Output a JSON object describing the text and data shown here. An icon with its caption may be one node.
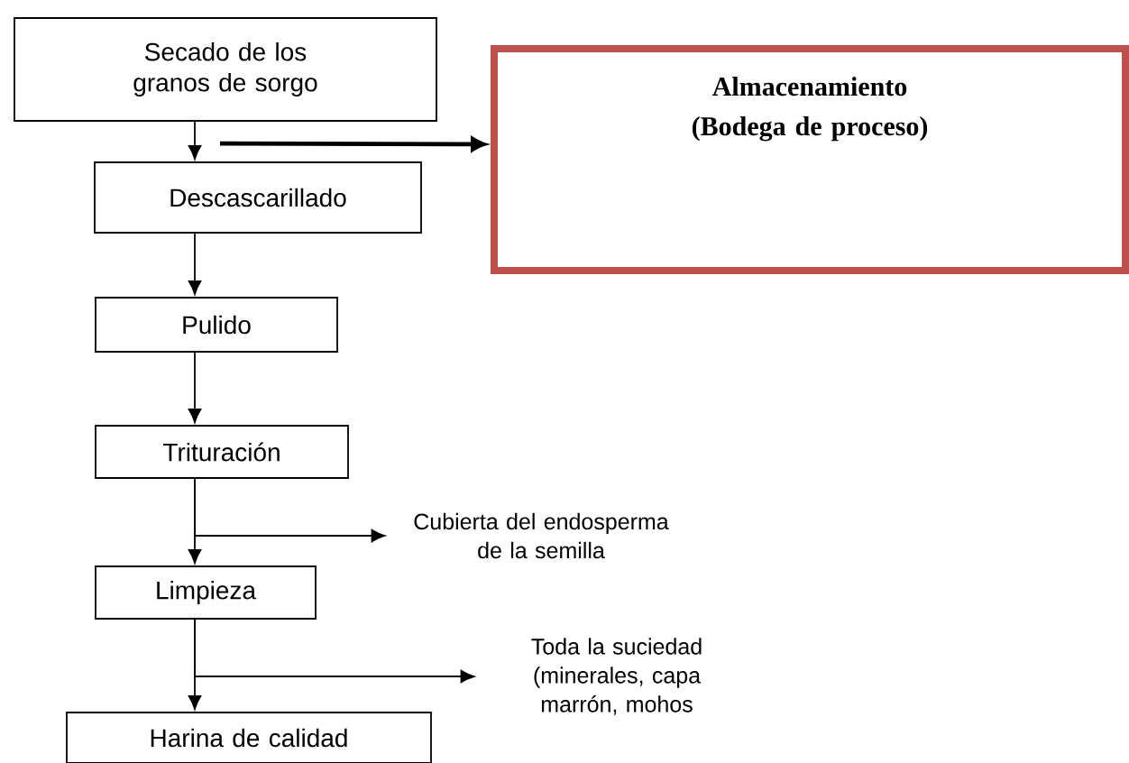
{
  "diagram": {
    "nodes": [
      {
        "text": [
          "Secado de los granos de sorgo"
        ]
      },
      {
        "text": [
          "Descascarillado"
        ]
      },
      {
        "text": [
          "Pulido"
        ]
      },
      {
        "text": [
          "Trituración"
        ]
      },
      {
        "text": [
          "Limpieza"
        ]
      },
      {
        "text": [
          "Harina de calidad"
        ]
      },
      {
        "text": [
          "Almacenamiento (Bodega de proceso)"
        ]
      },
      {
        "text": [
          "Cubierta del endosperma de la semilla"
        ]
      },
      {
        "text": [
          "Toda la suciedad (minerales, capa marrón, mohos"
        ]
      }
    ],
    "edges": [
      {
        "from": 0,
        "to": 1,
        "arrow": "to"
      },
      {
        "from": 1,
        "to": 2,
        "arrow": "to"
      },
      {
        "from": 2,
        "to": 3,
        "arrow": "to"
      },
      {
        "from": 3,
        "to": 4,
        "arrow": "to"
      },
      {
        "from": 4,
        "to": 5,
        "arrow": "to"
      },
      {
        "from": 1,
        "to": 6,
        "arrow": "to",
        "style": "thick"
      },
      {
        "from": 3,
        "to": 7,
        "arrow": "to"
      },
      {
        "from": 4,
        "to": 8,
        "arrow": "to"
      }
    ]
  }
}
